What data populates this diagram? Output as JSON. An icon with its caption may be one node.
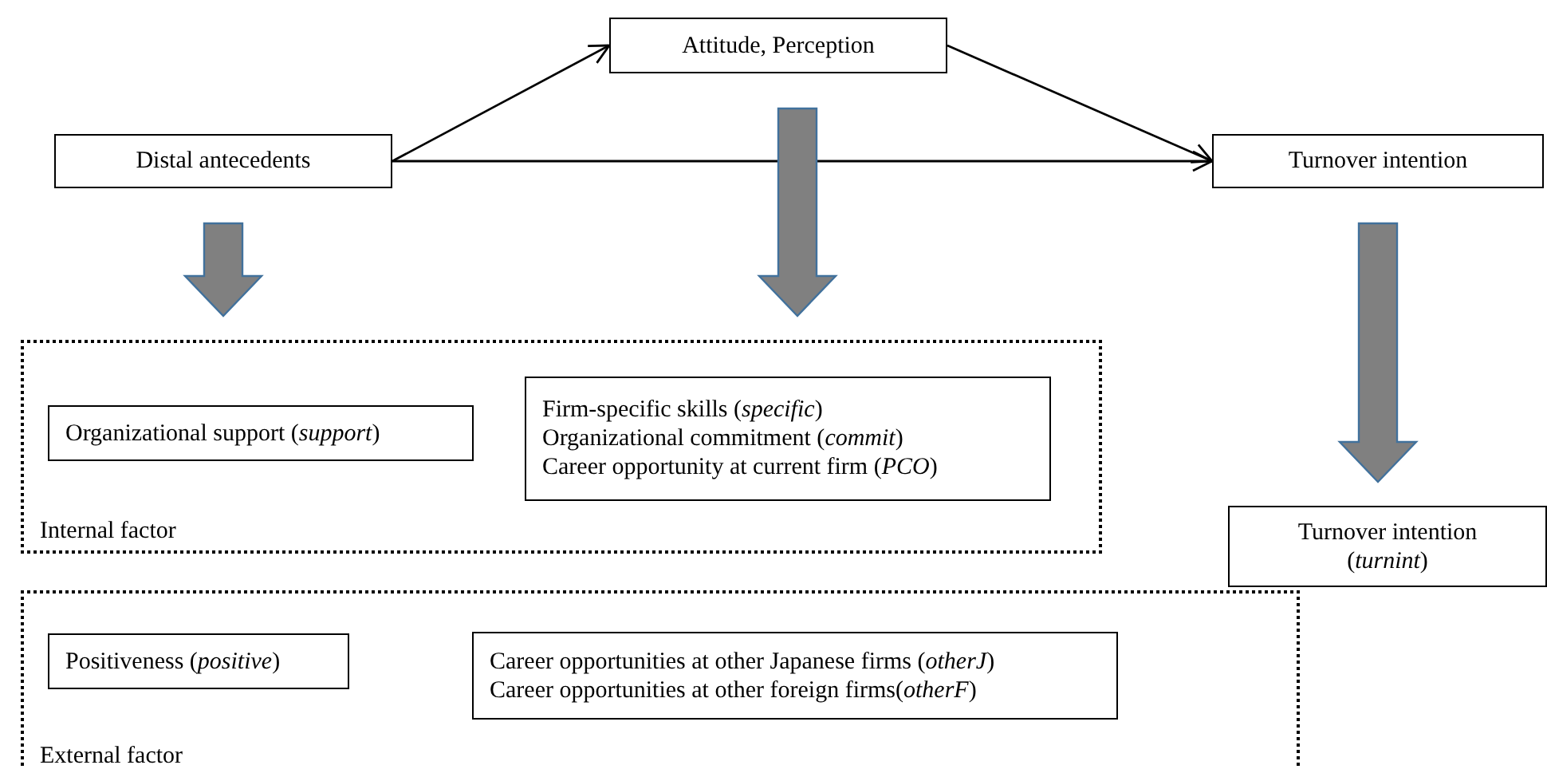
{
  "diagram": {
    "nodes": [
      {
        "text": [
          "Distal antecedents"
        ]
      },
      {
        "text": [
          "Attitude, Perception"
        ]
      },
      {
        "text": [
          "Turnover intention"
        ]
      },
      {
        "text": [
          "Internal factor"
        ]
      },
      {
        "text": [
          "Organizational support (*support*)"
        ],
        "in": 3
      },
      {
        "text": [
          "Firm-specific skills (*specific*)",
          "Organizational commitment (*commit*)",
          "Career opportunity at current firm (*PCO*)"
        ],
        "in": 3
      },
      {
        "text": [
          "External factor"
        ]
      },
      {
        "text": [
          "Positiveness (*positive*)"
        ],
        "in": 6
      },
      {
        "text": [
          "Career opportunities at other Japanese firms (*otherJ*)",
          "Career opportunities at other foreign firms(*otherF*)"
        ],
        "in": 6
      },
      {
        "text": [
          "Turnover intention (*turnint*)"
        ]
      }
    ],
    "edges": [
      {
        "from": 0,
        "to": 1,
        "arrow": "to"
      },
      {
        "from": 0,
        "to": 2,
        "arrow": "to"
      },
      {
        "from": 1,
        "to": 2,
        "arrow": "to"
      },
      {
        "from": 0,
        "to": 3,
        "arrow": "to",
        "style": "thick",
        "color": "#808080"
      },
      {
        "from": 1,
        "to": 3,
        "arrow": "to",
        "style": "thick",
        "color": "#808080"
      },
      {
        "from": 2,
        "to": 9,
        "arrow": "to",
        "style": "thick",
        "color": "#808080"
      }
    ]
  }
}
